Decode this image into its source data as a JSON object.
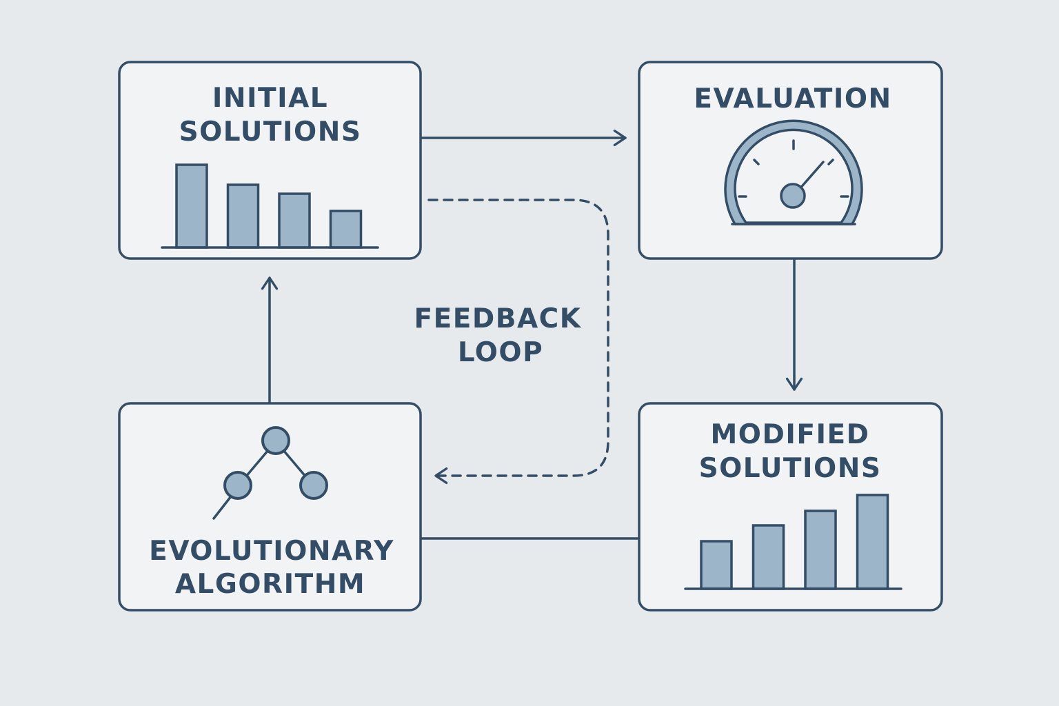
{
  "colors": {
    "stroke": "#344d66",
    "fill": "#9db5c9",
    "box": "#f1f3f5",
    "background": "#e7eaed"
  },
  "nodes": {
    "initial": {
      "line1": "INITIAL",
      "line2": "SOLUTIONS",
      "icon": "bar-chart-icon",
      "bars": [
        120,
        91,
        78,
        53
      ]
    },
    "evaluation": {
      "line1": "EVALUATION",
      "icon": "gauge-icon"
    },
    "modified": {
      "line1": "MODIFIED",
      "line2": "SOLUTIONS",
      "icon": "bar-chart-icon",
      "bars": [
        69,
        92,
        113,
        136
      ]
    },
    "evolutionary": {
      "line1": "EVOLUTIONARY",
      "line2": "ALGORITHM",
      "icon": "tree-network-icon"
    }
  },
  "feedback": {
    "line1": "FEEDBACK",
    "line2": "LOOP"
  }
}
